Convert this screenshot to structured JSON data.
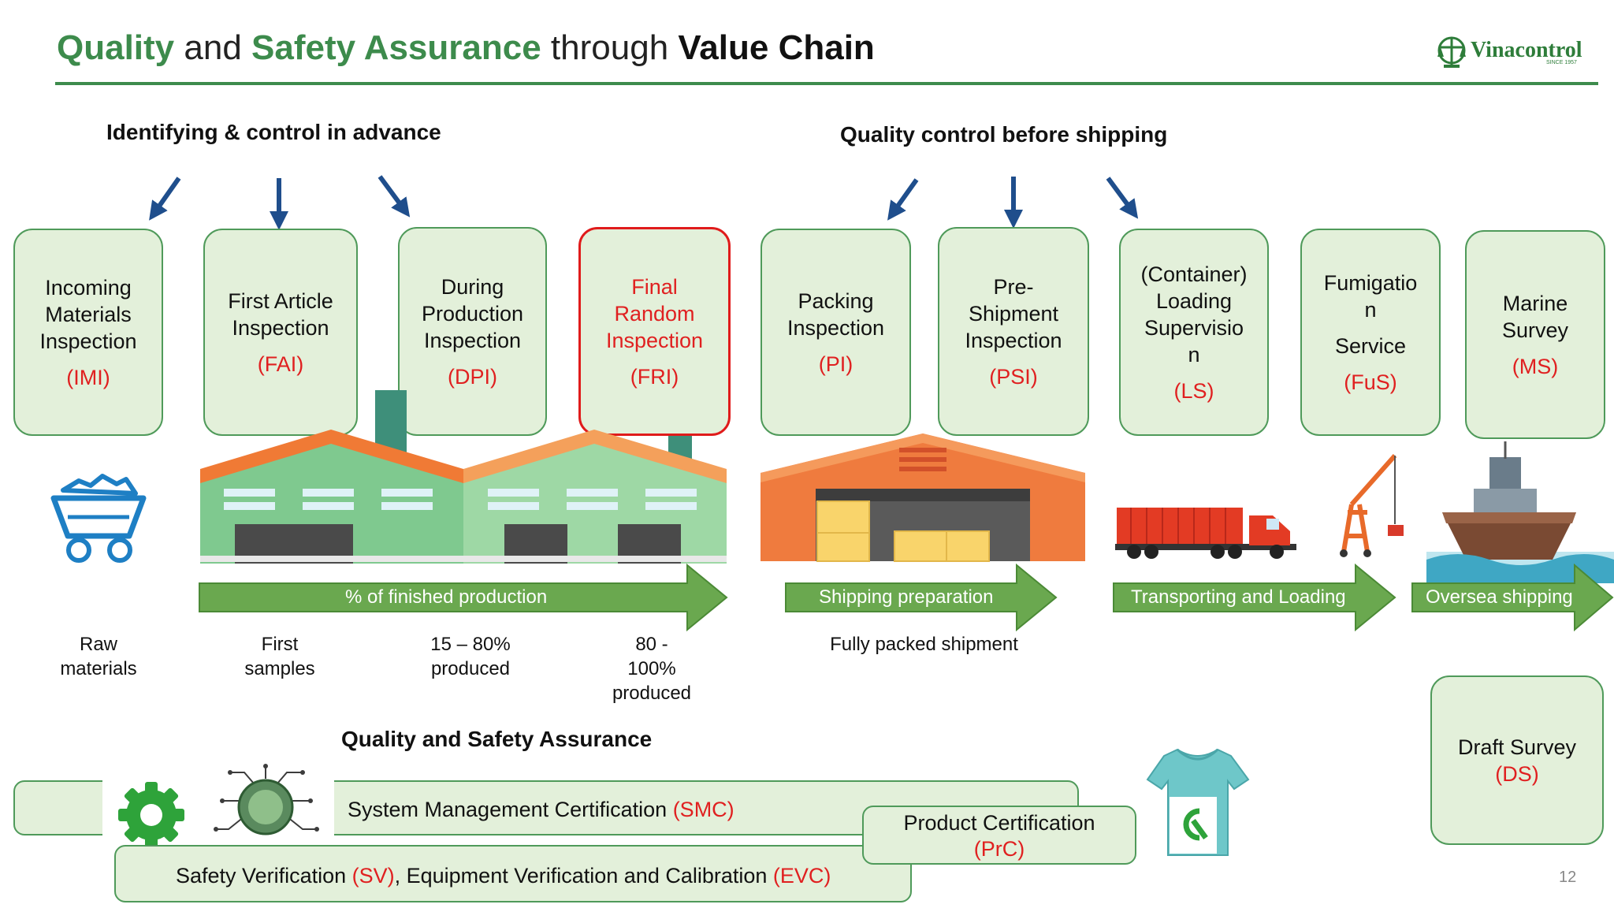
{
  "title": {
    "part1": "Quality",
    "part2": " and ",
    "part3": "Safety Assurance",
    "part4": " through ",
    "part5": "Value Chain"
  },
  "logo": {
    "name": "Vinacontrol",
    "tagline": "SINCE 1957"
  },
  "sections": {
    "advance": "Identifying & control in advance",
    "shipping": "Quality control before shipping",
    "assurance": "Quality and Safety Assurance"
  },
  "boxes": [
    {
      "lines": [
        "Incoming",
        "Materials",
        "Inspection"
      ],
      "code": "(IMI)"
    },
    {
      "lines": [
        "First Article",
        "Inspection"
      ],
      "code": "(FAI)"
    },
    {
      "lines": [
        "During",
        "Production",
        "Inspection"
      ],
      "code": "(DPI)"
    },
    {
      "lines": [
        "Final",
        "Random",
        "Inspection"
      ],
      "code": "(FRI)"
    },
    {
      "lines": [
        "Packing",
        "Inspection"
      ],
      "code": "(PI)"
    },
    {
      "lines": [
        "Pre-",
        "Shipment",
        "Inspection"
      ],
      "code": "(PSI)"
    },
    {
      "lines": [
        "(Container)",
        "Loading",
        "Supervisio",
        "n"
      ],
      "code": "(LS)"
    },
    {
      "lines": [
        "Fumigatio",
        "n",
        "",
        "Service"
      ],
      "code": "(FuS)"
    },
    {
      "lines": [
        "Marine",
        "Survey"
      ],
      "code": "(MS)"
    }
  ],
  "bands": {
    "production": "% of finished production",
    "shipping": "Shipping preparation",
    "transport": "Transporting and Loading",
    "oversea": "Oversea shipping"
  },
  "stages": {
    "raw": [
      "Raw",
      "materials"
    ],
    "first": [
      "First",
      "samples"
    ],
    "mid": [
      "15 – 80%",
      "produced"
    ],
    "final": [
      "80 -",
      "100%",
      "produced"
    ],
    "packed": [
      "Fully packed shipment"
    ]
  },
  "draft": {
    "line": "Draft Survey",
    "code": "(DS)"
  },
  "smc": {
    "text": "System Management Certification ",
    "code": "(SMC)"
  },
  "prc": {
    "text": "Product Certification",
    "code": "(PrC)"
  },
  "sv": {
    "text1": "Safety Verification ",
    "code1": "(SV)",
    "text2": ", Equipment Verification and Calibration ",
    "code2": "(EVC)"
  },
  "page_number": "12",
  "colors": {
    "green": "#3d8b4c",
    "box_fill": "#e3f0da",
    "code_red": "#e02020",
    "band_green": "#6aa84f",
    "arrow_blue": "#1f4e8c"
  }
}
